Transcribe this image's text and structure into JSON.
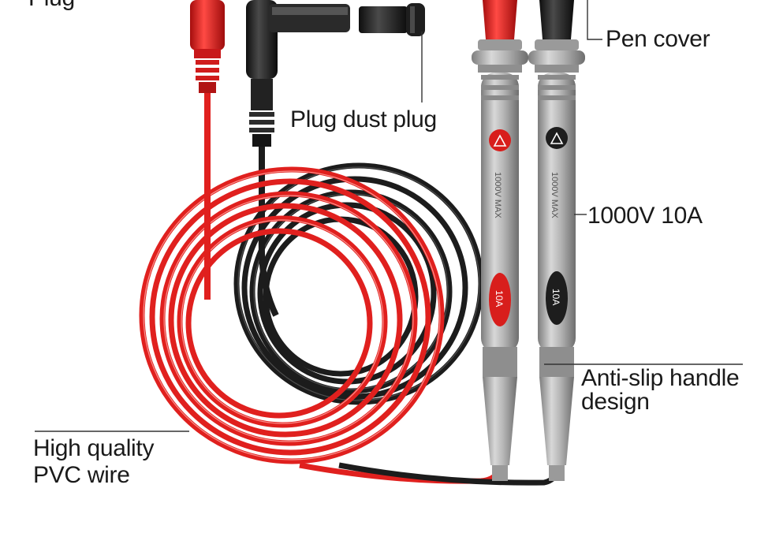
{
  "labels": {
    "plug": "Plug",
    "pen_cover": "Pen cover",
    "plug_dust_plug": "Plug dust plug",
    "rating": "1000V 10A",
    "anti_slip_line1": "Anti-slip handle",
    "anti_slip_line2": "design",
    "pvc_line1": "High quality",
    "pvc_line2": "PVC wire"
  },
  "probe_marks": {
    "current": "10A",
    "voltage": "1000V MAX"
  },
  "colors": {
    "red_wire": "#e0201e",
    "black_wire": "#1c1c1c",
    "probe_body": "#a9a9a9",
    "text": "#1a1a1a"
  }
}
